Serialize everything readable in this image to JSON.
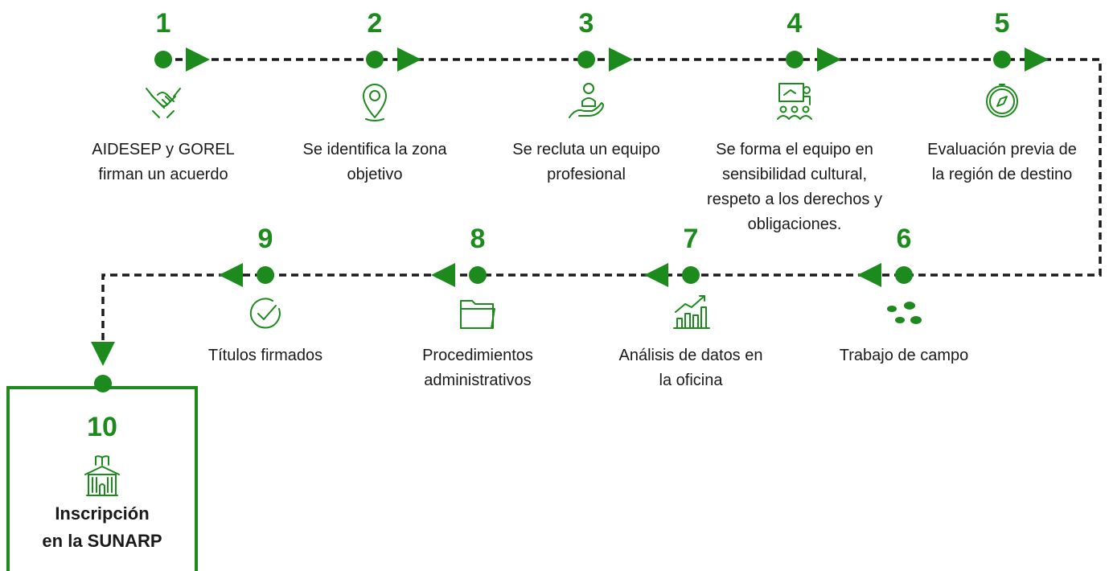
{
  "colors": {
    "accent": "#1c8a1c",
    "line": "#1a1a1a",
    "text": "#1a1a1a"
  },
  "steps": [
    {
      "number": "1",
      "label_lines": [
        "AIDESEP y GOREL",
        "firman un acuerdo"
      ],
      "icon": "handshake-icon"
    },
    {
      "number": "2",
      "label_lines": [
        "Se identifica la zona",
        "objetivo"
      ],
      "icon": "location-pin-icon"
    },
    {
      "number": "3",
      "label_lines": [
        "Se recluta un equipo",
        "profesional"
      ],
      "icon": "recruit-person-hand-icon"
    },
    {
      "number": "4",
      "label_lines": [
        "Se forma el equipo en",
        "sensibilidad cultural,",
        "respeto a los derechos y",
        "obligaciones."
      ],
      "icon": "training-presentation-icon"
    },
    {
      "number": "5",
      "label_lines": [
        "Evaluación previa de",
        "la región de destino"
      ],
      "icon": "compass-icon"
    },
    {
      "number": "6",
      "label_lines": [
        "Trabajo de campo"
      ],
      "icon": "footprints-icon"
    },
    {
      "number": "7",
      "label_lines": [
        "Análisis de datos en",
        "la oficina"
      ],
      "icon": "bar-chart-trend-icon"
    },
    {
      "number": "8",
      "label_lines": [
        "Procedimientos",
        "administrativos"
      ],
      "icon": "folder-icon"
    },
    {
      "number": "9",
      "label_lines": [
        "Títulos firmados"
      ],
      "icon": "check-circle-icon"
    }
  ],
  "final_step": {
    "number": "10",
    "label_lines": [
      "Inscripción",
      "en la SUNARP"
    ],
    "icon": "registry-building-icon"
  }
}
